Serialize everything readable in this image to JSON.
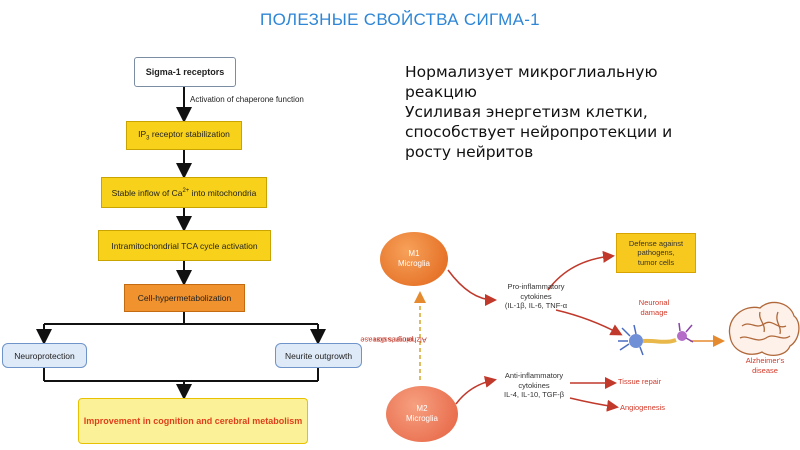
{
  "title": "ПОЛЕЗНЫЕ СВОЙСТВА СИГМА-1",
  "flow": {
    "top": "Sigma-1 receptors",
    "activation": "Activation of chaperone function",
    "ip3_pre": "IP",
    "ip3_sub": "3",
    "ip3_post": " receptor stabilization",
    "ca_pre": "Stable inflow of Ca",
    "ca_sup": "2+",
    "ca_post": " into mitochondria",
    "tca": "Intramitochondrial TCA cycle activation",
    "hyper": "Cell-hypermetabolization",
    "neuroprotection": "Neuroprotection",
    "neurite": "Neurite outgrowth",
    "improvement": "Improvement in cognition and cerebral metabolism"
  },
  "right_text": {
    "lines": [
      "Нормализует микроглиальную",
      "реакцию",
      "Усиливая энергетизм клетки,",
      "способствует нейропротекции и",
      "росту нейритов"
    ]
  },
  "microglia": {
    "m1_line1": "M1",
    "m1_line2": "Microglia",
    "m2_line1": "M2",
    "m2_line2": "Microglia",
    "progression_line1": "Alzheimer's disease",
    "progression_line2": "progression",
    "pro_line1": "Pro-inflammatory",
    "pro_line2": "cytokines",
    "pro_line3": "(IL-1β, IL-6, TNF-α",
    "defense_line1": "Defense against",
    "defense_line2": "pathogens,",
    "defense_line3": "tumor cells",
    "neuronal_line1": "Neuronal",
    "neuronal_line2": "damage",
    "alz_line1": "Alzheimer's",
    "alz_line2": "disease",
    "anti_line1": "Anti-inflammatory",
    "anti_line2": "cytokines",
    "anti_line3": "IL-4, IL-10, TGF-β",
    "tissue": "Tissue repair",
    "angio": "Angiogenesis"
  },
  "colors": {
    "title": "#2e86d6",
    "flow_yellow": "#f8d21a",
    "flow_orange": "#f0922e",
    "arrow_red": "#c0392b"
  }
}
